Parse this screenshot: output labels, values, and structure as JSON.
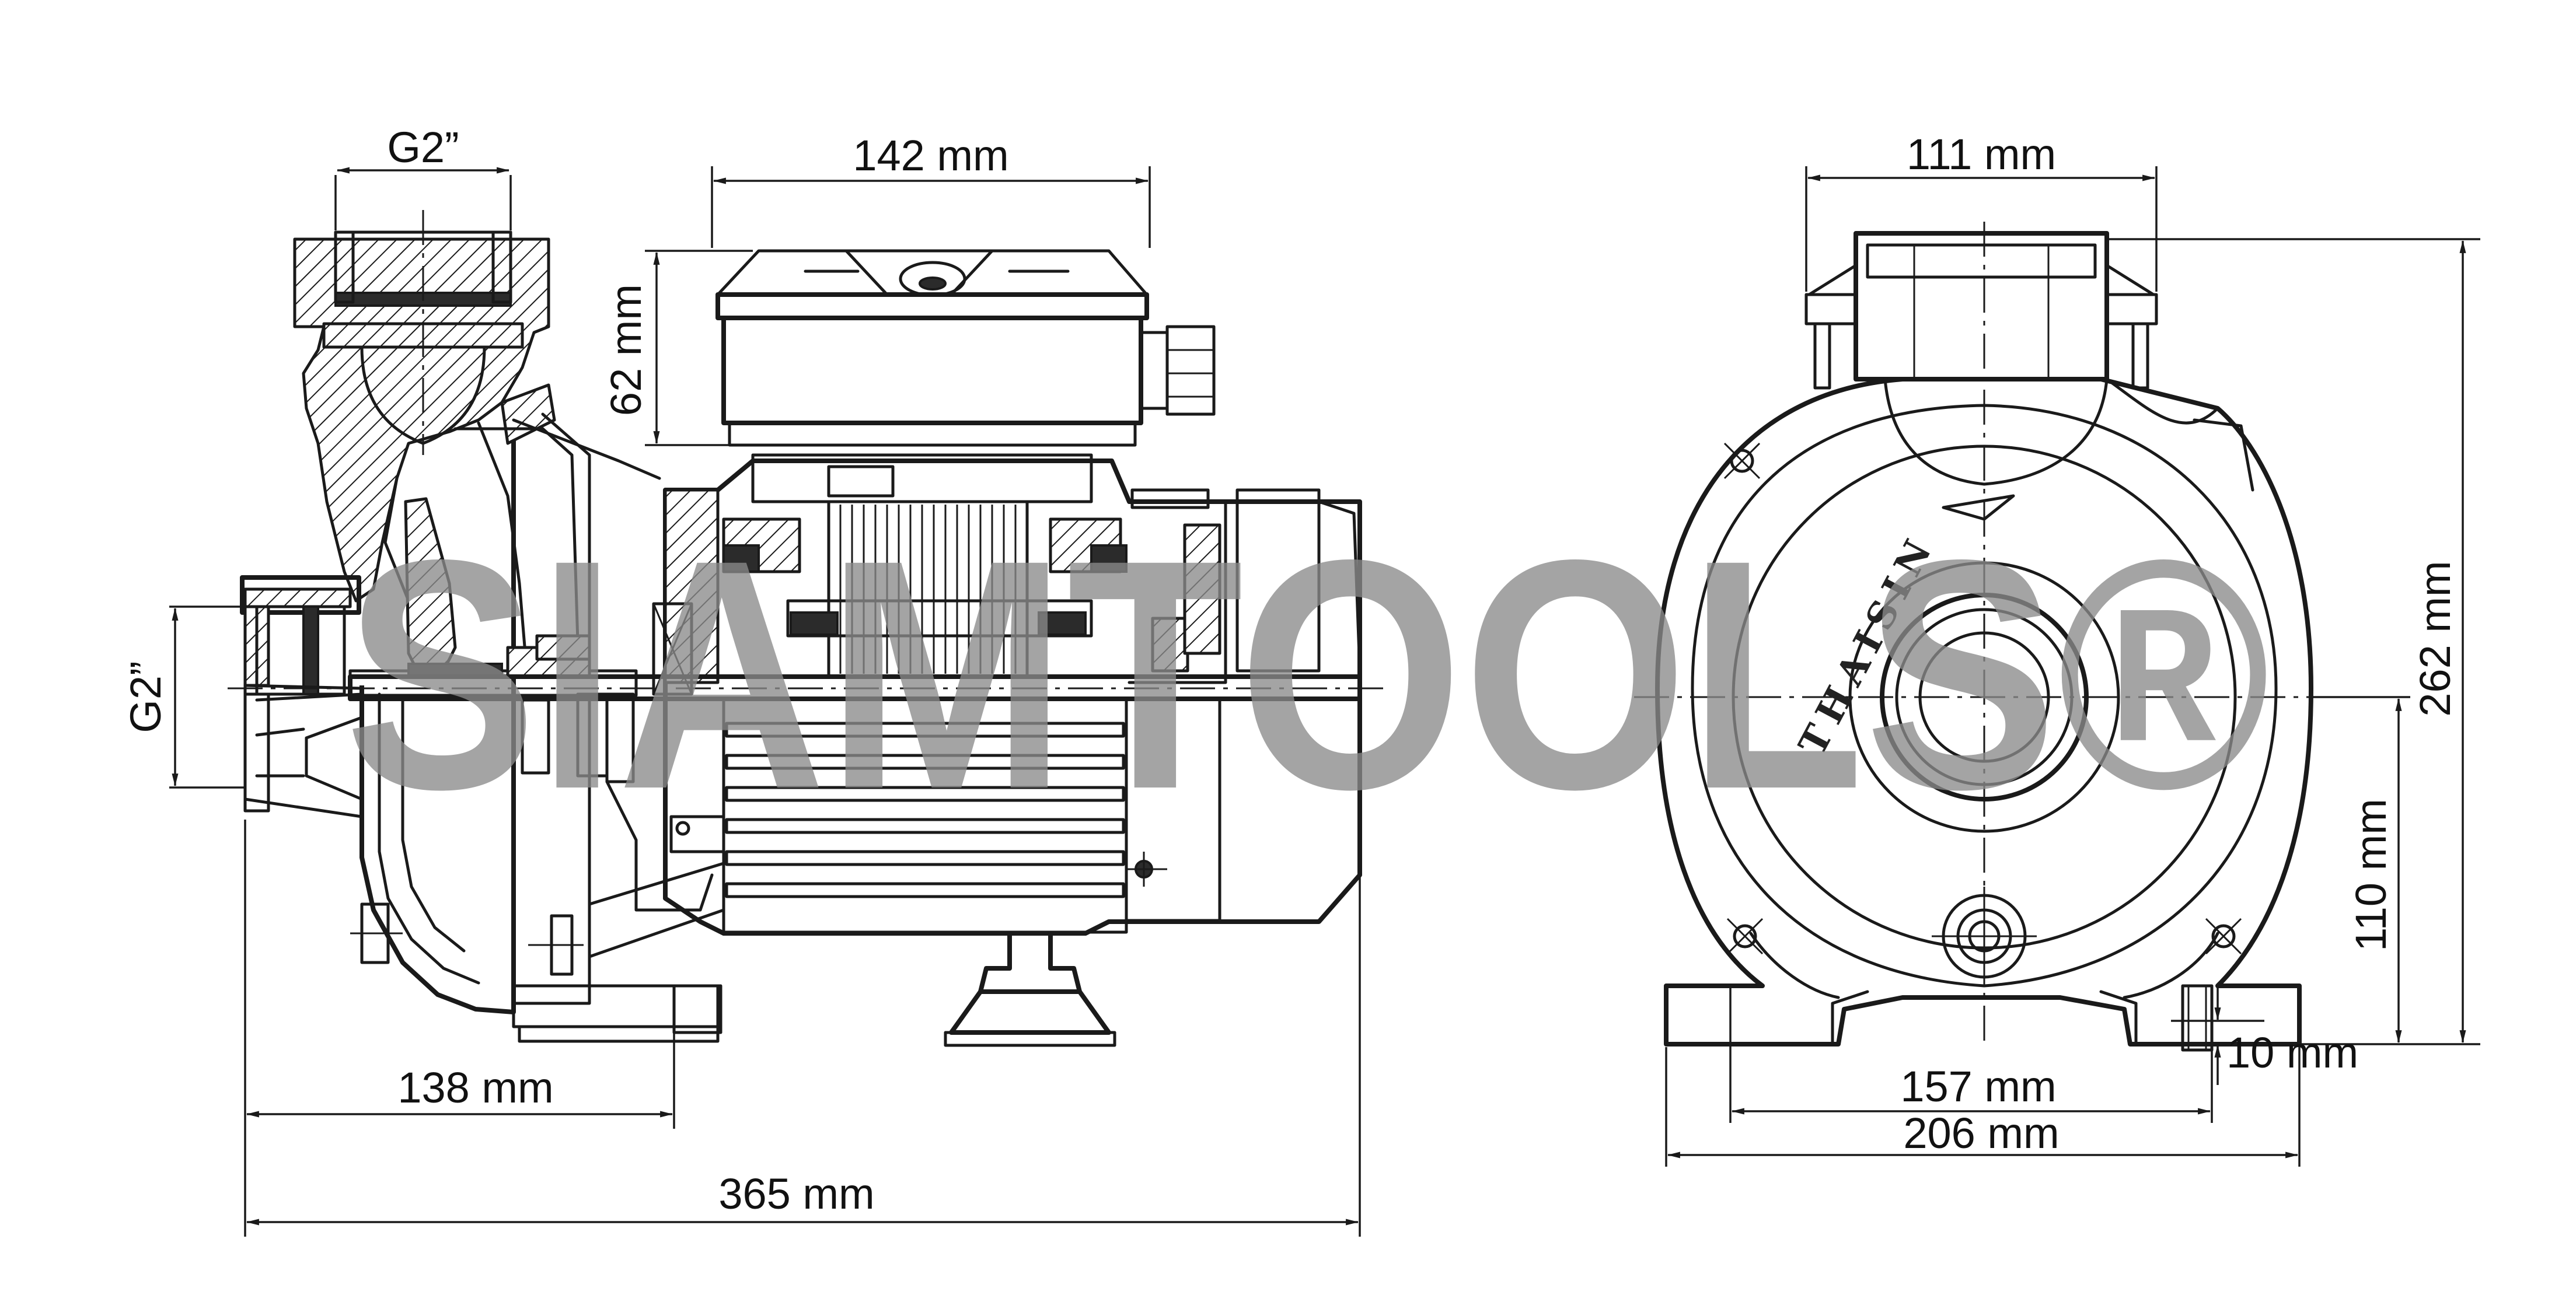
{
  "colors": {
    "line": "#1a1a1a",
    "background": "#ffffff",
    "watermark": "#8a8a8a"
  },
  "side_view": {
    "thread_top": "G2”",
    "thread_side": "G2”",
    "dim_motor_width": "142 mm",
    "dim_terminal_height": "62 mm",
    "dim_foot_offset": "138 mm",
    "dim_total_length": "365 mm"
  },
  "front_view": {
    "dim_outlet_width": "111 mm",
    "dim_total_height": "262 mm",
    "dim_axis_height": "110 mm",
    "dim_base_thickness": "10 mm",
    "dim_hole_spacing": "157 mm",
    "dim_base_width": "206 mm",
    "brand_casting": "THAISIN"
  },
  "watermark": "SIAMTOOLS®"
}
